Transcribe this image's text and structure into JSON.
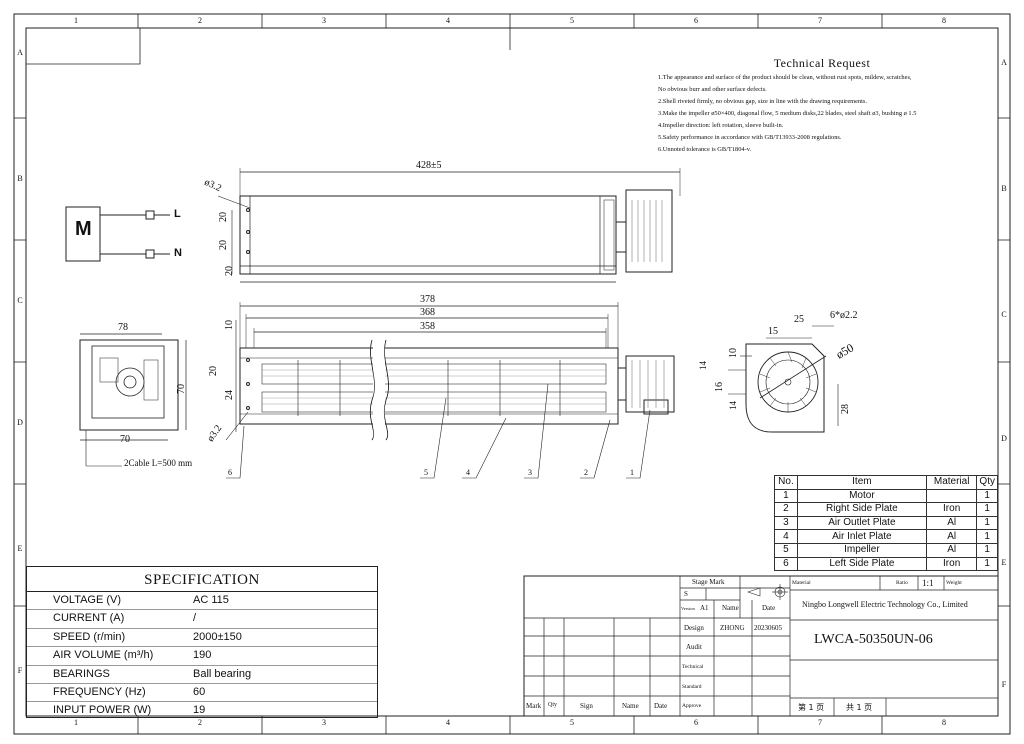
{
  "grid": {
    "columns": [
      "1",
      "2",
      "3",
      "4",
      "5",
      "6",
      "7",
      "8"
    ],
    "rows": [
      "A",
      "B",
      "C",
      "D",
      "E",
      "F"
    ]
  },
  "technical_request": {
    "title": "Technical Request",
    "lines": [
      "1.The appearance and surface of the product should be clean, without rust spots, mildew, scratches,",
      "  No obvious burr and other surface defects.",
      "2.Shell riveted firmly, no obvious gap, size in line with the drawing requirements.",
      "3.Make the impeller ø50×400, diagonal flow, 5 medium disks,22 blades, steel shaft ø3, bushing ø 1.5",
      "4.Impeller direction: left rotation,  sleeve built-in.",
      "5.Safety performance in accordance with GB/T13933-2008 regulations.",
      "6.Unnoted tolerance is GB/T1804-v."
    ]
  },
  "motor": {
    "label": "M",
    "lead_l": "L",
    "lead_n": "N"
  },
  "dimensions": {
    "top_length": "428±5",
    "top_hole": "ø3.2",
    "top_v1": "20",
    "top_v2": "20",
    "top_v3": "20",
    "l378": "378",
    "l368": "368",
    "l358": "358",
    "front_v10": "10",
    "front_v20": "20",
    "front_v24": "24",
    "front_hole": "ø3.2",
    "left_w78": "78",
    "left_h70": "70",
    "left_w70": "70",
    "cable": "2Cable L=500 mm",
    "side_25": "25",
    "side_15": "15",
    "side_holes": "6*ø2.2",
    "side_d50": "ø50",
    "side_10": "10",
    "side_14a": "14",
    "side_16": "16",
    "side_14b": "14",
    "side_28": "28"
  },
  "balloons": [
    "6",
    "5",
    "4",
    "3",
    "2",
    "1"
  ],
  "parts_table": {
    "headers": {
      "no": "No.",
      "item": "Item",
      "material": "Material",
      "qty": "Qty"
    },
    "rows": [
      {
        "no": "1",
        "item": "Motor",
        "material": "",
        "qty": "1"
      },
      {
        "no": "2",
        "item": "Right Side Plate",
        "material": "Iron",
        "qty": "1"
      },
      {
        "no": "3",
        "item": "Air Outlet Plate",
        "material": "Al",
        "qty": "1"
      },
      {
        "no": "4",
        "item": "Air Inlet Plate",
        "material": "Al",
        "qty": "1"
      },
      {
        "no": "5",
        "item": "Impeller",
        "material": "Al",
        "qty": "1"
      },
      {
        "no": "6",
        "item": "Left Side Plate",
        "material": "Iron",
        "qty": "1"
      }
    ]
  },
  "specification": {
    "title": "SPECIFICATION",
    "rows": [
      {
        "key": "VOLTAGE (V)",
        "value": "AC 115"
      },
      {
        "key": "CURRENT  (A)",
        "value": "/"
      },
      {
        "key": "SPEED   (r/min)",
        "value": "2000±150"
      },
      {
        "key": "AIR  VOLUME   (m³/h)",
        "value": "190"
      },
      {
        "key": "BEARINGS",
        "value": "Ball bearing"
      },
      {
        "key": "FREQUENCY (Hz)",
        "value": "60"
      },
      {
        "key": "INPUT POWER  (W)",
        "value": "19"
      }
    ]
  },
  "title_block": {
    "stage_mark": "Stage Mark",
    "s": "S",
    "version_label": "Version",
    "version": "A1",
    "name_h": "Name",
    "date_h": "Date",
    "design": "Design",
    "designer": "ZHONG",
    "design_date": "20230605",
    "audit": "Audit",
    "technical": "Technical",
    "standard": "Standard",
    "approve": "Approve",
    "mark": "Mark",
    "qty": "Qty",
    "sign": "Sign",
    "name2": "Name",
    "date2": "Date",
    "material": "Material",
    "ratio": "Ratio",
    "ratio_value": "1:1",
    "weight": "Weight",
    "company": "Ningbo Longwell Electric Technology  Co., Limited",
    "drawing_no": "LWCA-50350UN-06",
    "page": "第 1 页",
    "total": "共 1 页"
  }
}
